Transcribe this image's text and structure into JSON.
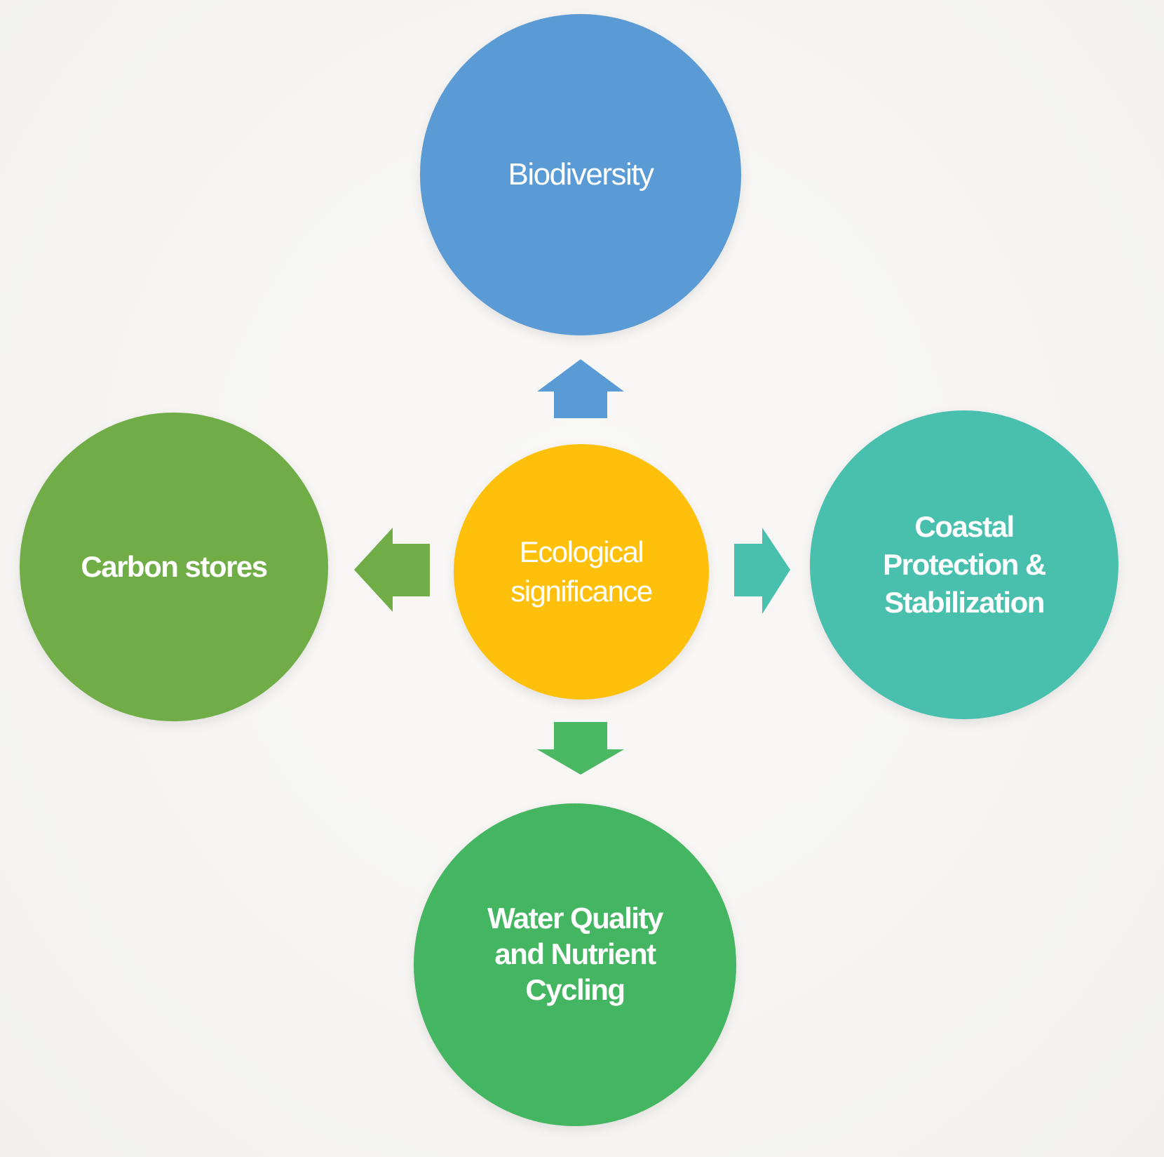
{
  "diagram": {
    "background_color": "#f6f5f3",
    "text_color": "#ffffff",
    "center_node": {
      "label": "Ecological significance",
      "label_lines": [
        "Ecological",
        "significance"
      ],
      "color": "#FFC00B"
    },
    "nodes": [
      {
        "position": "top",
        "label": "Biodiversity",
        "label_lines": [
          "Biodiversity"
        ],
        "color": "#5B9BD5",
        "bold": false
      },
      {
        "position": "right",
        "label": "Coastal Protection & Stabilization",
        "label_lines": [
          "Coastal",
          "Protection &",
          "Stabilization"
        ],
        "color": "#49BFAE",
        "bold": true
      },
      {
        "position": "bottom",
        "label": "Water Quality and Nutrient Cycling",
        "label_lines": [
          "Water Quality",
          "and Nutrient",
          "Cycling"
        ],
        "color": "#44B561",
        "bold": true
      },
      {
        "position": "left",
        "label": "Carbon stores",
        "label_lines": [
          "Carbon stores"
        ],
        "color": "#70AD47",
        "bold": true
      }
    ],
    "arrows": [
      {
        "direction": "up",
        "color": "#5B9BD5"
      },
      {
        "direction": "right",
        "color": "#49BFAE"
      },
      {
        "direction": "down",
        "color": "#4BB963"
      },
      {
        "direction": "left",
        "color": "#70AD47"
      }
    ]
  }
}
